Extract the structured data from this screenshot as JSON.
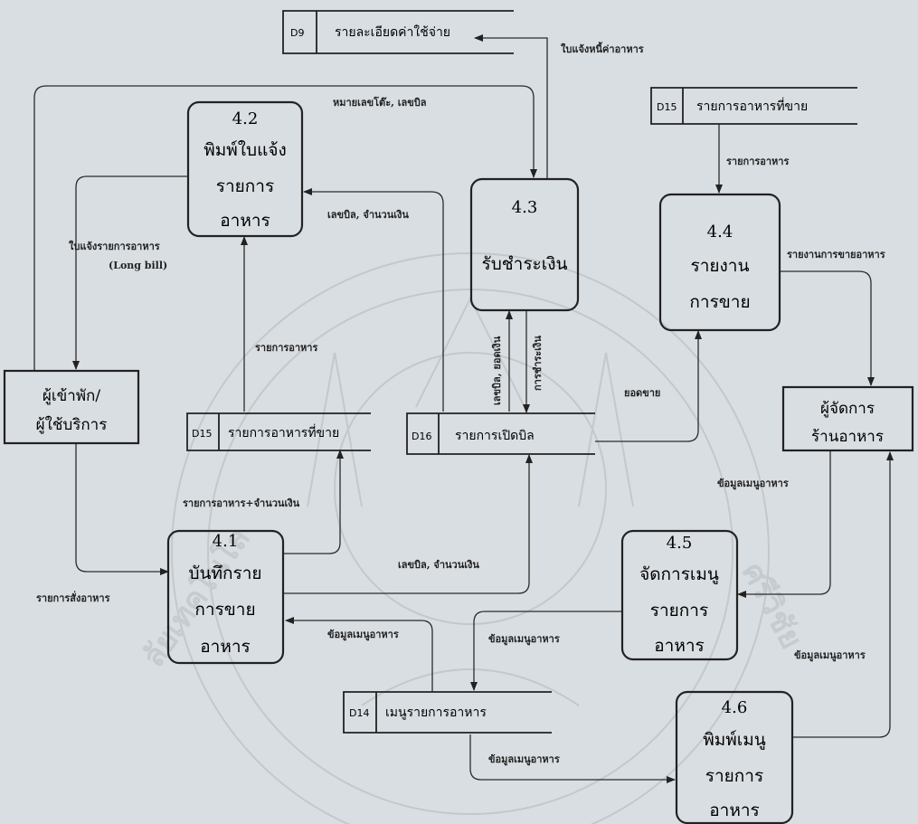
{
  "processes": {
    "p41": {
      "num": "4.1",
      "lines": [
        "บันทึกราย",
        "การขาย",
        "อาหาร"
      ]
    },
    "p42": {
      "num": "4.2",
      "lines": [
        "พิมพ์ใบแจ้ง",
        "รายการ",
        "อาหาร"
      ]
    },
    "p43": {
      "num": "4.3",
      "lines": [
        "รับชำระเงิน"
      ]
    },
    "p44": {
      "num": "4.4",
      "lines": [
        "รายงาน",
        "การขาย"
      ]
    },
    "p45": {
      "num": "4.5",
      "lines": [
        "จัดการเมนู",
        "รายการ",
        "อาหาร"
      ]
    },
    "p46": {
      "num": "4.6",
      "lines": [
        "พิมพ์เมนู",
        "รายการ",
        "อาหาร"
      ]
    }
  },
  "entities": {
    "guest": {
      "lines": [
        "ผู้เข้าพัก/",
        "ผู้ใช้บริการ"
      ]
    },
    "manager": {
      "lines": [
        "ผู้จัดการ",
        "ร้านอาหาร"
      ]
    }
  },
  "datastores": {
    "d9": {
      "id": "D9",
      "name": "รายละเอียดค่าใช้จ่าย"
    },
    "d15a": {
      "id": "D15",
      "name": "รายการอาหารที่ขาย"
    },
    "d15b": {
      "id": "D15",
      "name": "รายการอาหารที่ขาย"
    },
    "d16": {
      "id": "D16",
      "name": "รายการเปิดบิล"
    },
    "d14": {
      "id": "D14",
      "name": "เมนูรายการอาหาร"
    }
  },
  "flows": {
    "invoice_debt": "ใบแจ้งหนี้ค่าอาหาร",
    "table_bill": "หมายเลขโต๊ะ, เลขบิล",
    "food_list_d15": "รายการอาหาร",
    "bill_amount_42": "เลขบิล, จำนวนเงิน",
    "long_bill_1": "ใบแจ้งรายการอาหาร",
    "long_bill_2": "(Long bill)",
    "sales_report": "รายงานการขายอาหาร",
    "food_list_42": "รายการอาหาร",
    "bill_balance": "เลขบิล, ยอดเงิน",
    "payment": "การชำระเงิน",
    "sales_total": "ยอดขาย",
    "food_amount": "รายการอาหาร+จำนวนเงิน",
    "menu_info_mgr": "ข้อมูลเมนูอาหาร",
    "order_food": "รายการสั่งอาหาร",
    "bill_amount_41": "เลขบิล, จำนวนเงิน",
    "menu_info_41": "ข้อมูลเมนูอาหาร",
    "menu_info_45": "ข้อมูลเมนูอาหาร",
    "menu_info_46": "ข้อมูลเมนูอาหาร",
    "menu_info_d14": "ข้อมูลเมนูอาหาร"
  }
}
